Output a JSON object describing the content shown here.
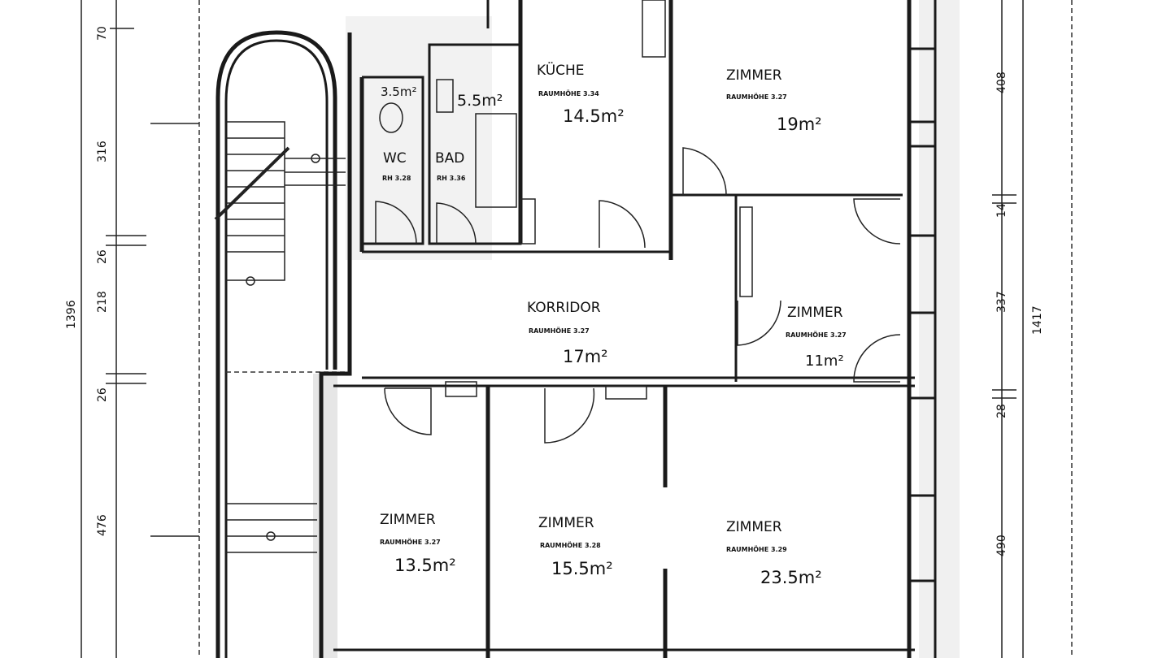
{
  "rooms": {
    "wc": {
      "name": "WC",
      "height": "RH 3.28",
      "area": "3.5m²"
    },
    "bad": {
      "name": "BAD",
      "height": "RH 3.36",
      "area": "5.5m²"
    },
    "kueche": {
      "name": "KÜCHE",
      "height": "RAUMHÖHE 3.34",
      "area": "14.5m²"
    },
    "zimmer_ne": {
      "name": "ZIMMER",
      "height": "RAUMHÖHE 3.27",
      "area": "19m²"
    },
    "korridor": {
      "name": "KORRIDOR",
      "height": "RAUMHÖHE 3.27",
      "area": "17m²"
    },
    "zimmer_e": {
      "name": "ZIMMER",
      "height": "RAUMHÖHE 3.27",
      "area": "11m²"
    },
    "zimmer_sw": {
      "name": "ZIMMER",
      "height": "RAUMHÖHE 3.27",
      "area": "13.5m²"
    },
    "zimmer_s": {
      "name": "ZIMMER",
      "height": "RAUMHÖHE 3.28",
      "area": "15.5m²"
    },
    "zimmer_se": {
      "name": "ZIMMER",
      "height": "RAUMHÖHE 3.29",
      "area": "23.5m²"
    }
  },
  "dimensions": {
    "left": [
      "70",
      "316",
      "26",
      "218",
      "26",
      "476"
    ],
    "left_total": "1396",
    "right": [
      "408",
      "14",
      "337",
      "28",
      "490"
    ],
    "right_total": "1417"
  }
}
